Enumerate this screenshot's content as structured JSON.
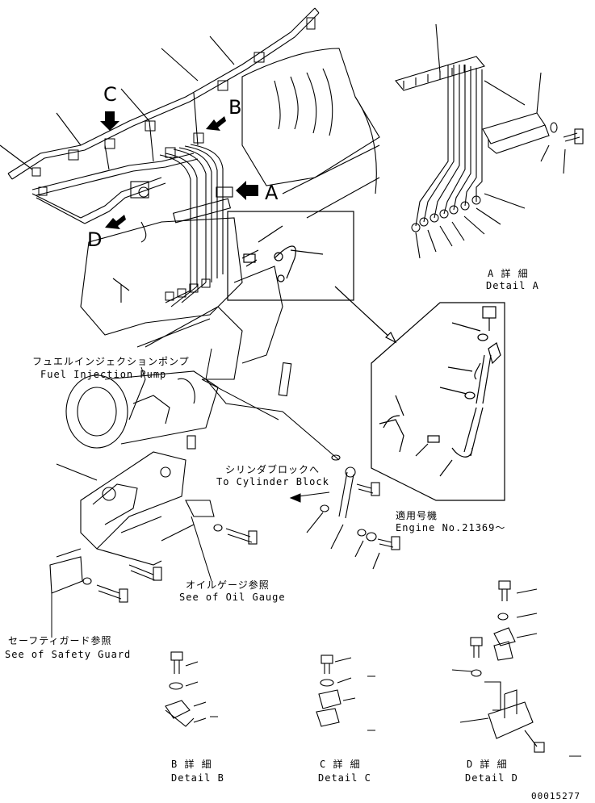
{
  "callouts": {
    "a": "A",
    "b": "B",
    "c": "C",
    "d": "D"
  },
  "labels": {
    "detail_a_jp": "A 詳 細",
    "detail_a_en": "Detail A",
    "pump_jp": "フュエルインジェクションポンプ",
    "pump_en": "Fuel Injection Pump",
    "cylinder_jp": "シリンダブロックへ",
    "cylinder_en": "To Cylinder Block",
    "engine_jp": "適用号機",
    "engine_en": "Engine No.21369～",
    "oil_jp": "オイルゲージ参照",
    "oil_en": "See of Oil Gauge",
    "guard_jp": "セーフティガード参照",
    "guard_en": "See of Safety Guard",
    "detail_b_jp": "B 詳 細",
    "detail_b_en": "Detail B",
    "detail_c_jp": "C 詳 細",
    "detail_c_en": "Detail C",
    "detail_d_jp": "D 詳 細",
    "detail_d_en": "Detail D",
    "drawing_no": "00015277"
  }
}
